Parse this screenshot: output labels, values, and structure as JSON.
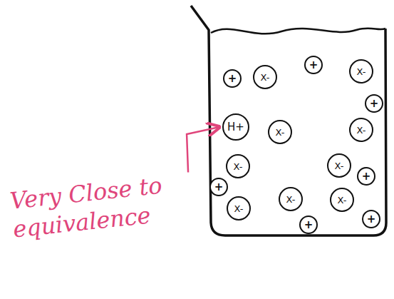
{
  "diagram": {
    "nodes": [
      {
        "text": [
          "+"
        ]
      },
      {
        "text": [
          "X-"
        ]
      },
      {
        "text": [
          "X-"
        ]
      },
      {
        "text": [
          "+"
        ]
      },
      {
        "text": [
          "+"
        ]
      },
      {
        "text": [
          "H+"
        ]
      },
      {
        "text": [
          "X-"
        ]
      },
      {
        "text": [
          "X-"
        ]
      },
      {
        "text": [
          "X-"
        ]
      },
      {
        "text": [
          "X-"
        ]
      },
      {
        "text": [
          "+"
        ]
      },
      {
        "text": [
          "+"
        ]
      },
      {
        "text": [
          "X-"
        ]
      },
      {
        "text": [
          "X-"
        ]
      },
      {
        "text": [
          "X-"
        ]
      },
      {
        "text": [
          "+"
        ]
      },
      {
        "text": [
          "+"
        ]
      }
    ],
    "labels": [
      "Very Close to equivalence"
    ]
  }
}
